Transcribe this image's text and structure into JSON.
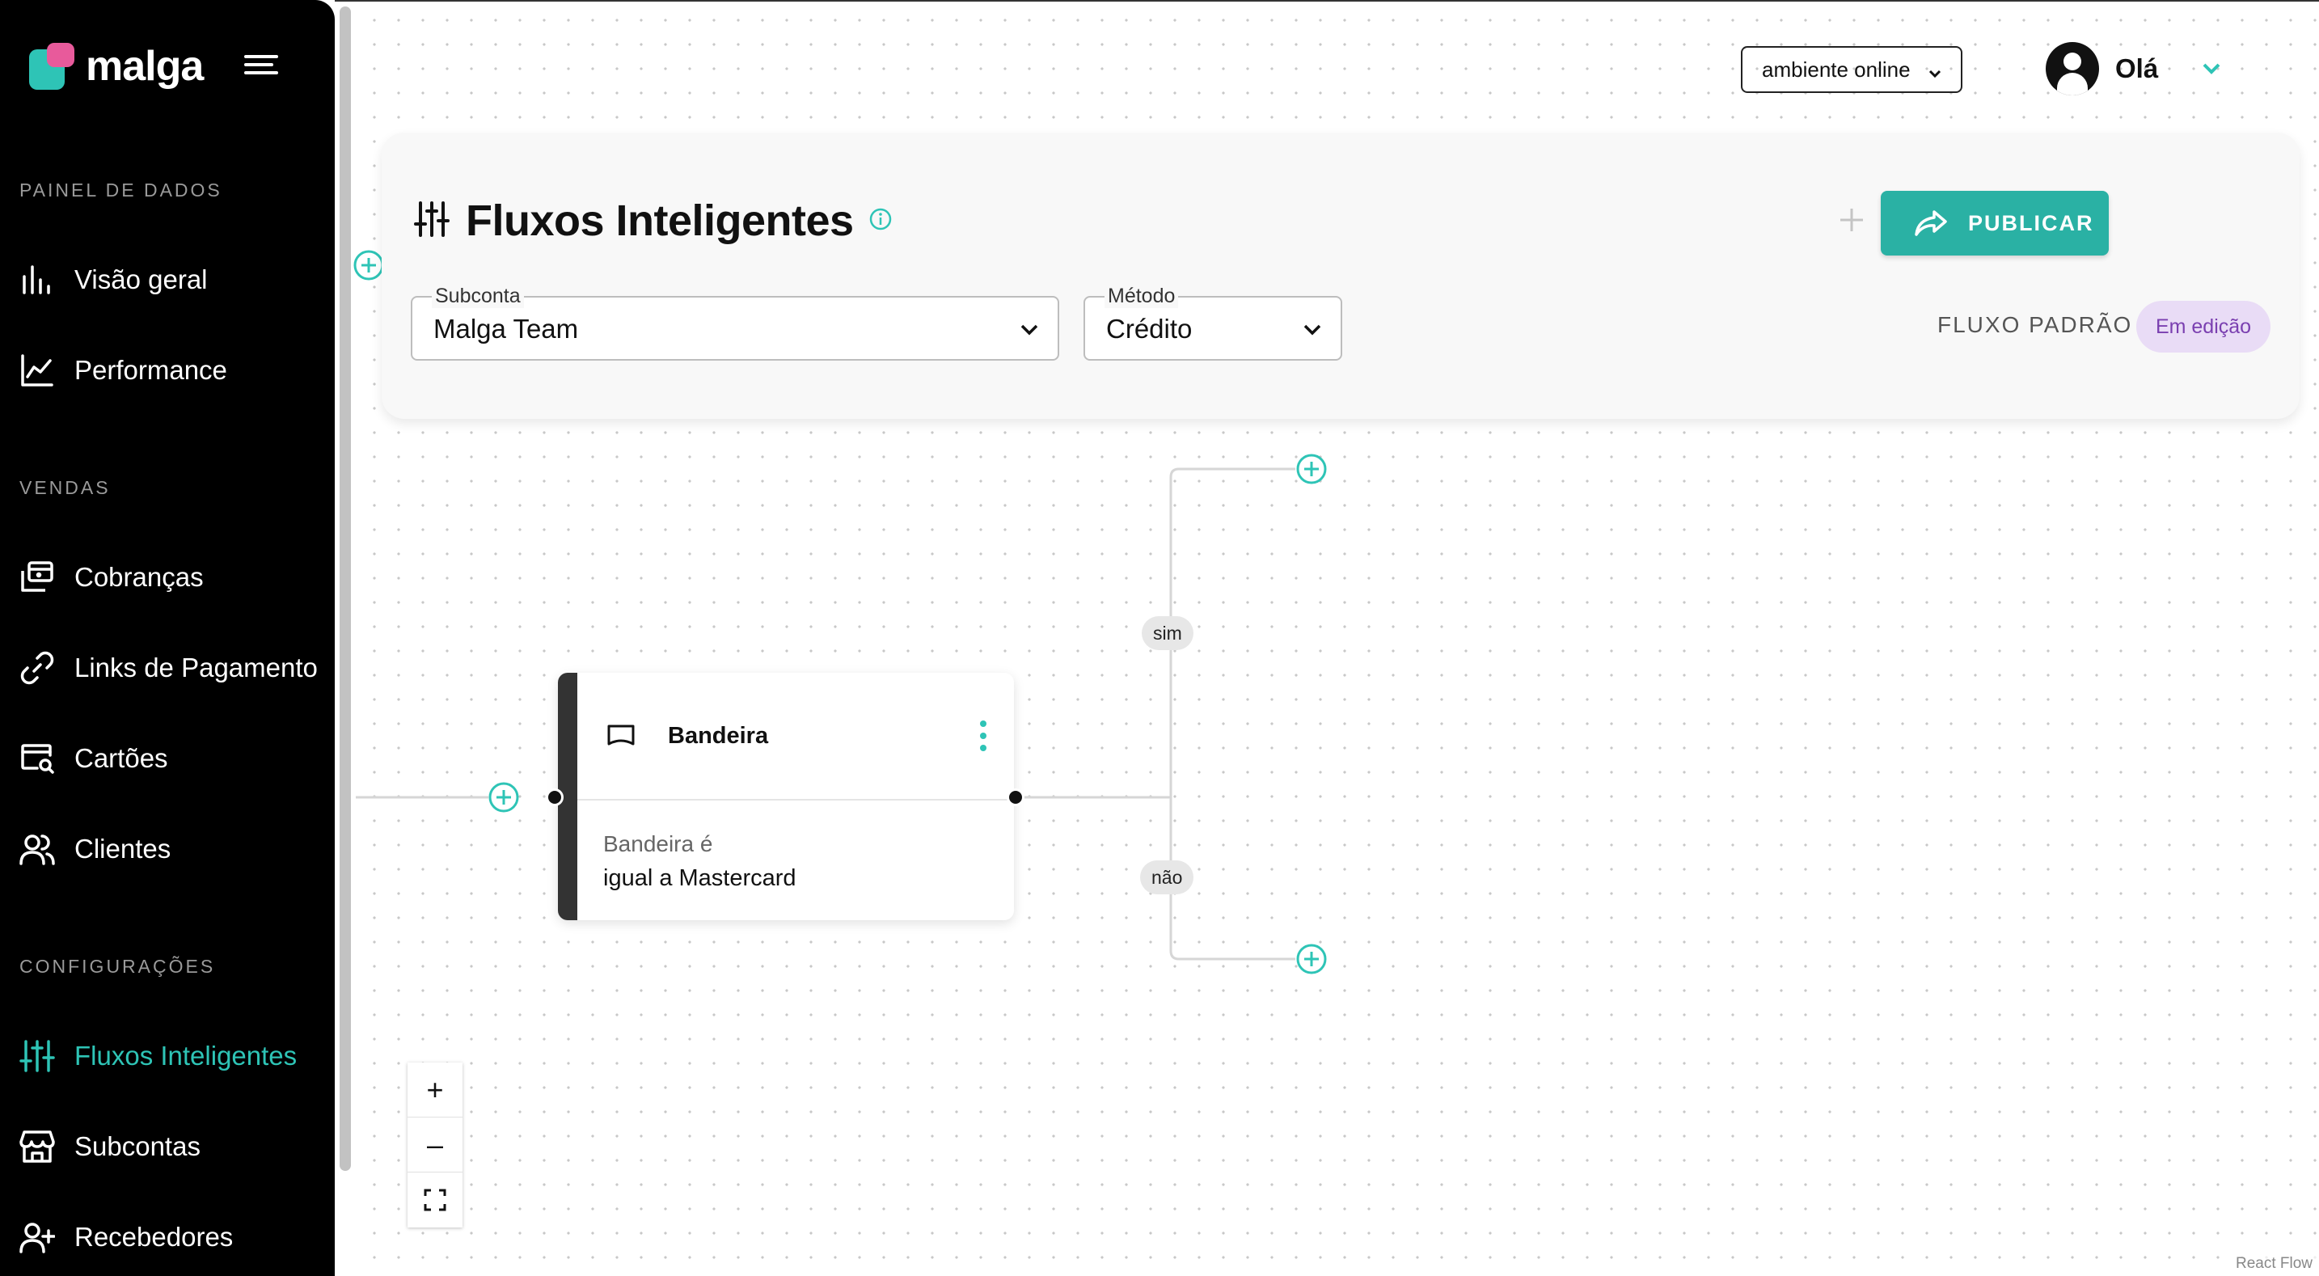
{
  "brand": {
    "name": "malga",
    "teal": "#2ec4b6",
    "pink": "#e85a9b"
  },
  "sidebar": {
    "sections": [
      {
        "title": "PAINEL DE DADOS",
        "items": [
          {
            "label": "Visão geral",
            "icon": "bar-chart-icon"
          },
          {
            "label": "Performance",
            "icon": "line-chart-icon"
          }
        ]
      },
      {
        "title": "VENDAS",
        "items": [
          {
            "label": "Cobranças",
            "icon": "charges-icon"
          },
          {
            "label": "Links de Pagamento",
            "icon": "link-icon"
          },
          {
            "label": "Cartões",
            "icon": "card-search-icon"
          },
          {
            "label": "Clientes",
            "icon": "users-icon"
          }
        ]
      },
      {
        "title": "CONFIGURAÇÕES",
        "items": [
          {
            "label": "Fluxos Inteligentes",
            "icon": "sliders-icon",
            "active": true
          },
          {
            "label": "Subcontas",
            "icon": "store-icon"
          },
          {
            "label": "Recebedores",
            "icon": "user-plus-icon"
          }
        ]
      }
    ]
  },
  "topbar": {
    "environment": "ambiente online",
    "greeting": "Olá"
  },
  "header": {
    "title": "Fluxos Inteligentes",
    "publish_label": "PUBLICAR",
    "subconta": {
      "label": "Subconta",
      "value": "Malga Team"
    },
    "metodo": {
      "label": "Método",
      "value": "Crédito"
    },
    "flow_label": "FLUXO PADRÃO",
    "status": "Em edição"
  },
  "flow": {
    "node": {
      "title": "Bandeira",
      "condition_label": "Bandeira é",
      "condition_value": "igual a Mastercard"
    },
    "edge_yes": "sim",
    "edge_no": "não"
  },
  "canvas": {
    "zoom_in": "+",
    "zoom_out": "–",
    "attribution": "React Flow"
  }
}
